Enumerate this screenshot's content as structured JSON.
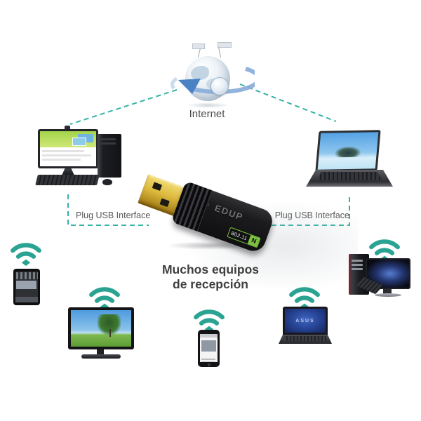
{
  "colors": {
    "dash_teal": "#35b2a6",
    "wifi_teal": "#2aa392",
    "text_dark": "#4b4b4b",
    "adapter_gold": "#ddba3e",
    "adapter_black": "#1b1b1e",
    "badge_green": "#7dc242"
  },
  "internet": {
    "label": "Internet"
  },
  "connections": {
    "left_label": "Plug USB Interface",
    "right_label": "Plug USB Interface"
  },
  "adapter": {
    "brand": "EDUP",
    "standard_label": "802.11",
    "n_label": "N"
  },
  "caption": {
    "line1": "Muchos equipos",
    "line2": "de recepción"
  },
  "devices": {
    "bottom_laptop_screen_label": "ASUS"
  },
  "icons": {
    "wifi": "wifi-signal-icon",
    "globe": "internet-globe-icon"
  }
}
